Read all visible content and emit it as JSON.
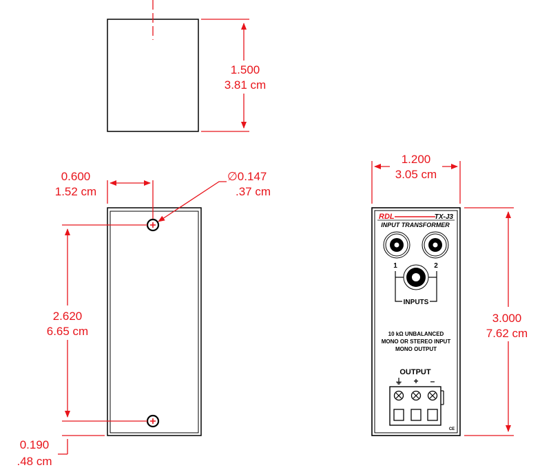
{
  "dimensions": {
    "depth": {
      "imperial": "1.500",
      "metric": "3.81 cm"
    },
    "hole_offset": {
      "imperial": "0.600",
      "metric": "1.52 cm"
    },
    "hole_diameter": {
      "imperial": "∅0.147",
      "metric": ".37 cm"
    },
    "hole_spacing": {
      "imperial": "2.620",
      "metric": "6.65 cm"
    },
    "bottom_offset": {
      "imperial": "0.190",
      "metric": ".48 cm"
    },
    "width": {
      "imperial": "1.200",
      "metric": "3.05 cm"
    },
    "height": {
      "imperial": "3.000",
      "metric": "7.62 cm"
    }
  },
  "front_panel": {
    "brand": "RDL",
    "model": "TX-J3",
    "product_name": "INPUT TRANSFORMER",
    "input_1": "1",
    "input_2": "2",
    "inputs_label": "INPUTS",
    "spec_line1": "10 kΩ   UNBALANCED",
    "spec_line2": "MONO OR STEREO INPUT",
    "spec_line3": "MONO OUTPUT",
    "output_label": "OUTPUT",
    "term_ground": "⏚",
    "term_plus": "+",
    "term_minus": "–",
    "ce_mark": "CE"
  },
  "colors": {
    "dimension": "#e8141b",
    "outline": "#000000"
  }
}
